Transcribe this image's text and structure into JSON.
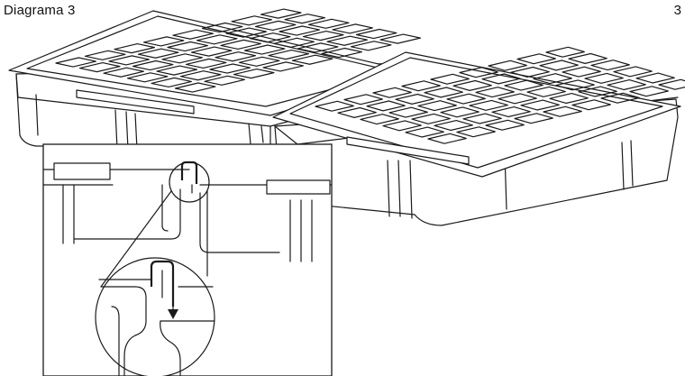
{
  "header": {
    "title": "Diagrama 3",
    "page_number": "3"
  },
  "diagram": {
    "subject": "two-interlocking-spill-pallets",
    "detail_callout": "hook-connection-detail",
    "arrow_direction": "down"
  }
}
